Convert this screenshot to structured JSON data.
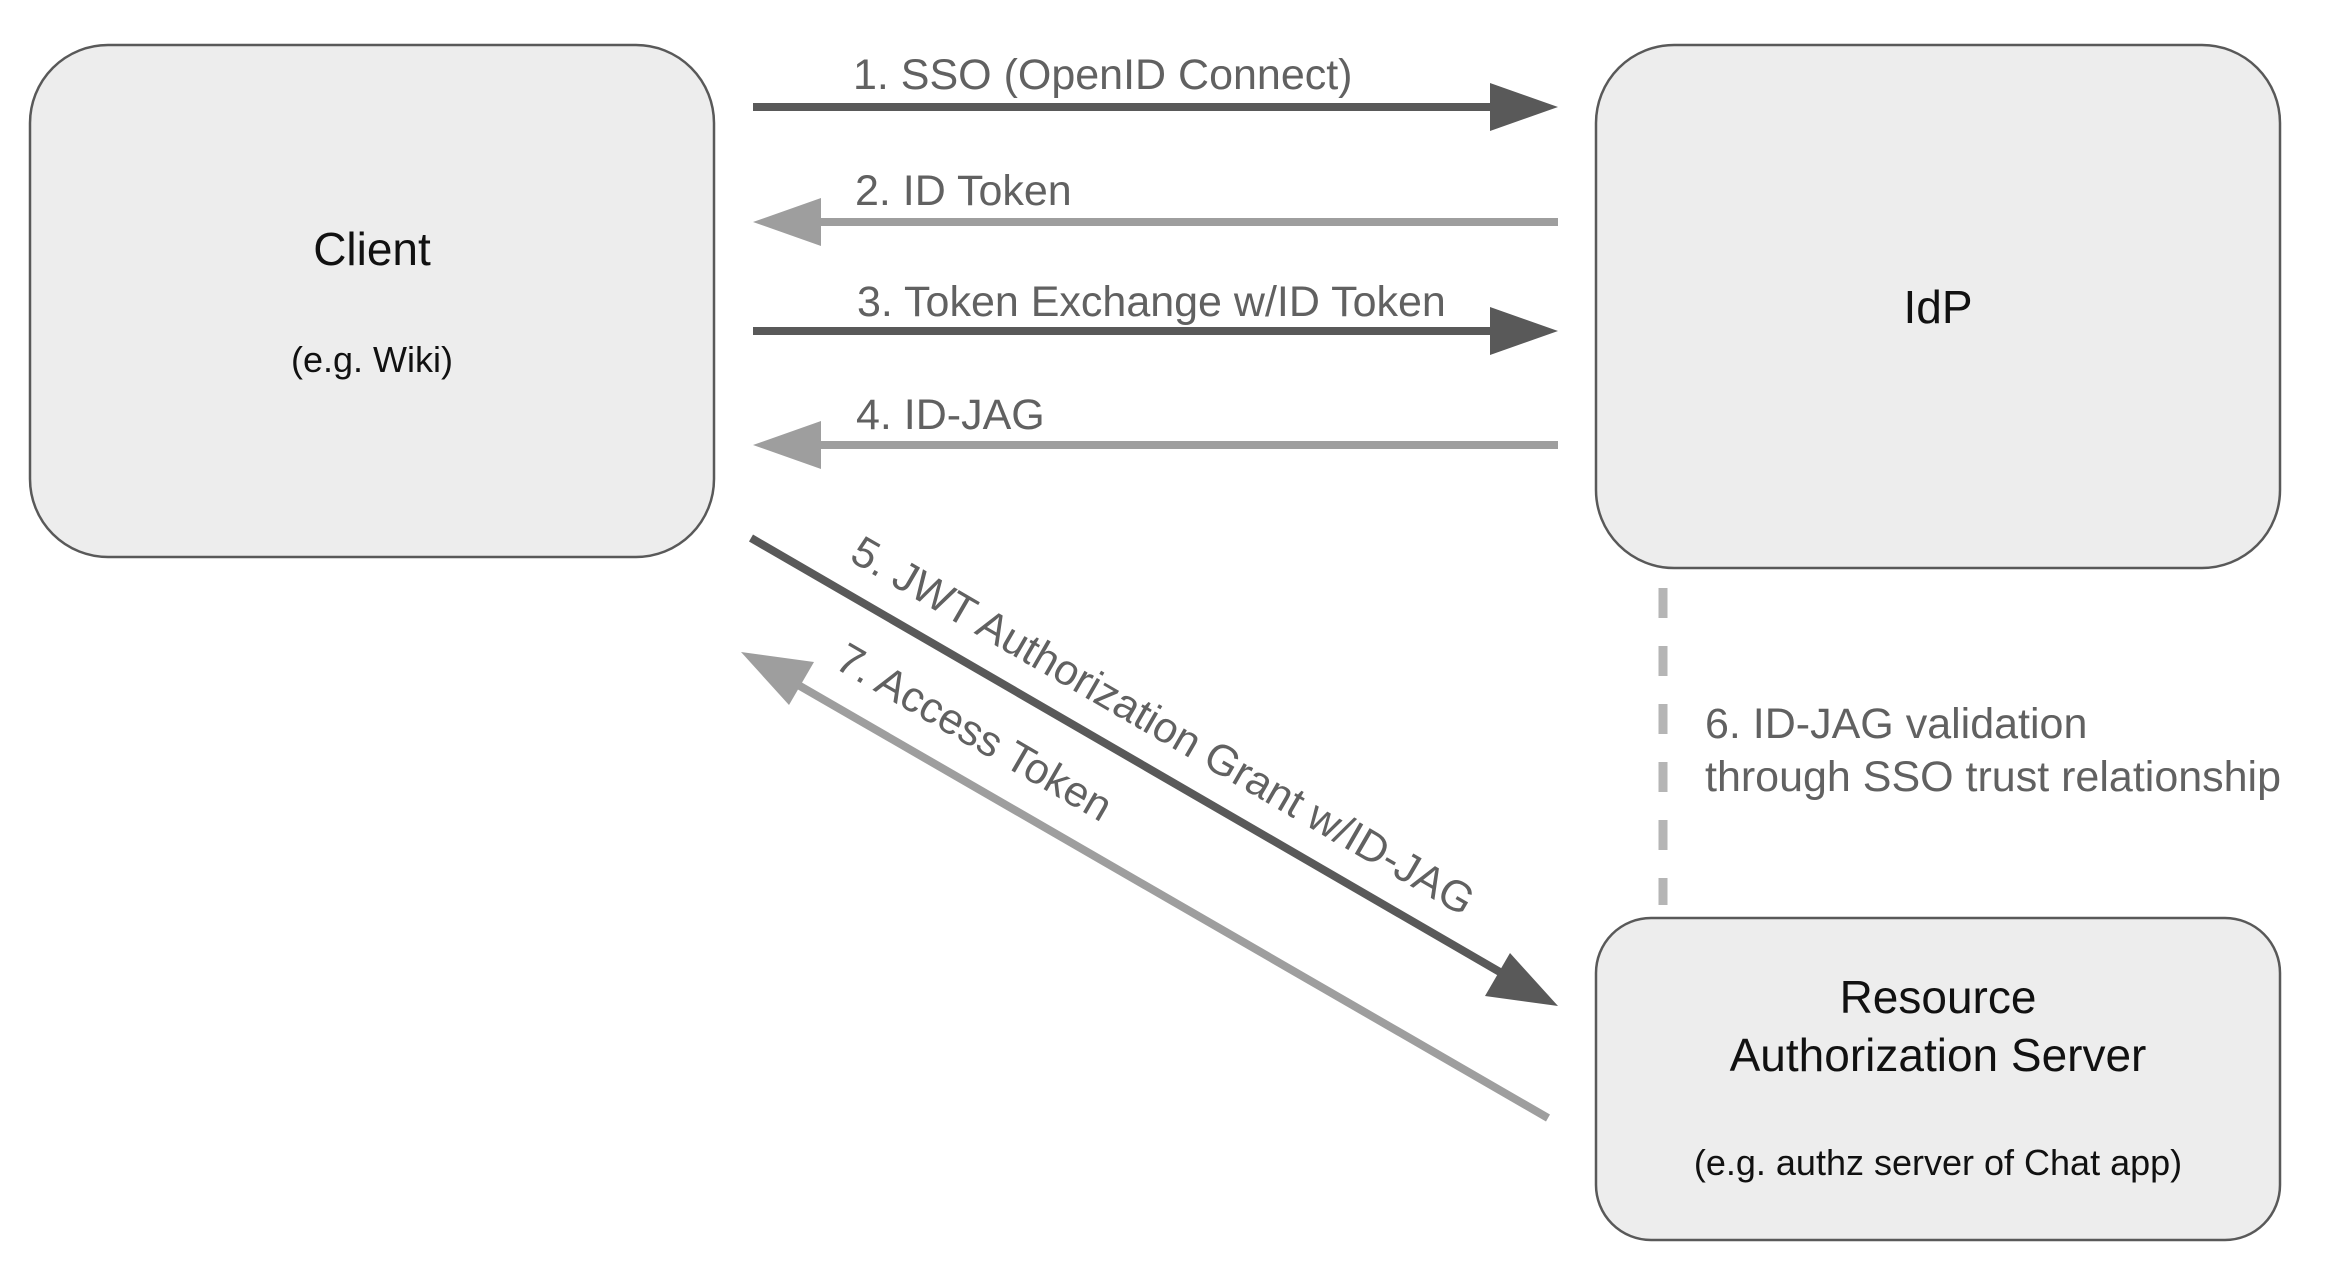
{
  "nodes": {
    "client": {
      "title": "Client",
      "subtitle": "(e.g. Wiki)"
    },
    "idp": {
      "title": "IdP"
    },
    "resource_server": {
      "title_line1": "Resource",
      "title_line2": "Authorization Server",
      "subtitle": "(e.g. authz server of Chat app)"
    }
  },
  "steps": {
    "step1": "1. SSO (OpenID Connect)",
    "step2": "2. ID Token",
    "step3": "3. Token Exchange w/ID Token",
    "step4": "4. ID-JAG",
    "step5": "5. JWT Authorization Grant w/ID-JAG",
    "step6_line1": "6. ID-JAG validation",
    "step6_line2": "through SSO trust relationship",
    "step7": "7. Access Token"
  },
  "colors": {
    "request_arrow": "#595959",
    "response_arrow": "#9e9e9e",
    "trust_link": "#b5b5b5",
    "box_fill": "#ededed"
  }
}
